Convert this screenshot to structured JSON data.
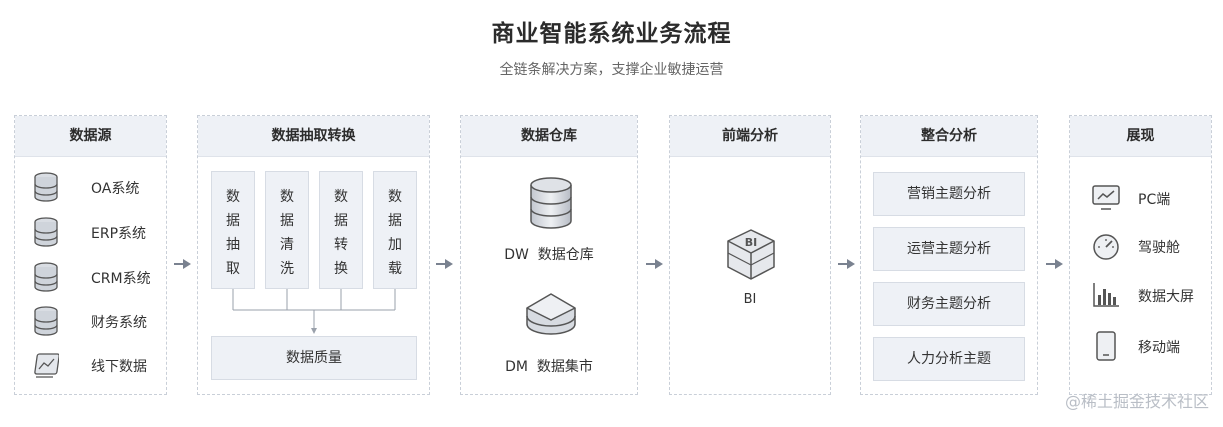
{
  "header": {
    "title": "商业智能系统业务流程",
    "subtitle": "全链条解决方案，支撑企业敏捷运营"
  },
  "panels": {
    "sources": {
      "title": "数据源",
      "items": [
        {
          "label": "OA系统",
          "icon": "database-icon"
        },
        {
          "label": "ERP系统",
          "icon": "database-icon"
        },
        {
          "label": "CRM系统",
          "icon": "database-icon"
        },
        {
          "label": "财务系统",
          "icon": "database-icon"
        },
        {
          "label": "线下数据",
          "icon": "chart-screen-icon"
        }
      ]
    },
    "etl": {
      "title": "数据抽取转换",
      "steps": [
        [
          "数",
          "据",
          "抽",
          "取"
        ],
        [
          "数",
          "据",
          "清",
          "洗"
        ],
        [
          "数",
          "据",
          "转",
          "换"
        ],
        [
          "数",
          "据",
          "加",
          "载"
        ]
      ],
      "quality": "数据质量"
    },
    "warehouse": {
      "title": "数据仓库",
      "dw": "DW  数据仓库",
      "dm": "DM  数据集市"
    },
    "frontend": {
      "title": "前端分析",
      "bi_icon_text": "BI",
      "bi_label": "BI"
    },
    "integration": {
      "title": "整合分析",
      "items": [
        "营销主题分析",
        "运营主题分析",
        "财务主题分析",
        "人力分析主题"
      ]
    },
    "display": {
      "title": "展现",
      "items": [
        {
          "label": "PC端",
          "icon": "monitor-icon"
        },
        {
          "label": "驾驶舱",
          "icon": "gauge-icon"
        },
        {
          "label": "数据大屏",
          "icon": "bar-chart-icon"
        },
        {
          "label": "移动端",
          "icon": "mobile-icon"
        }
      ]
    }
  },
  "watermark": "@稀土掘金技术社区",
  "colors": {
    "panel_header": "#eef1f6",
    "box_fill": "#eef1f6",
    "arrow": "#7a8290",
    "dashed_border": "#c9cfd8"
  }
}
